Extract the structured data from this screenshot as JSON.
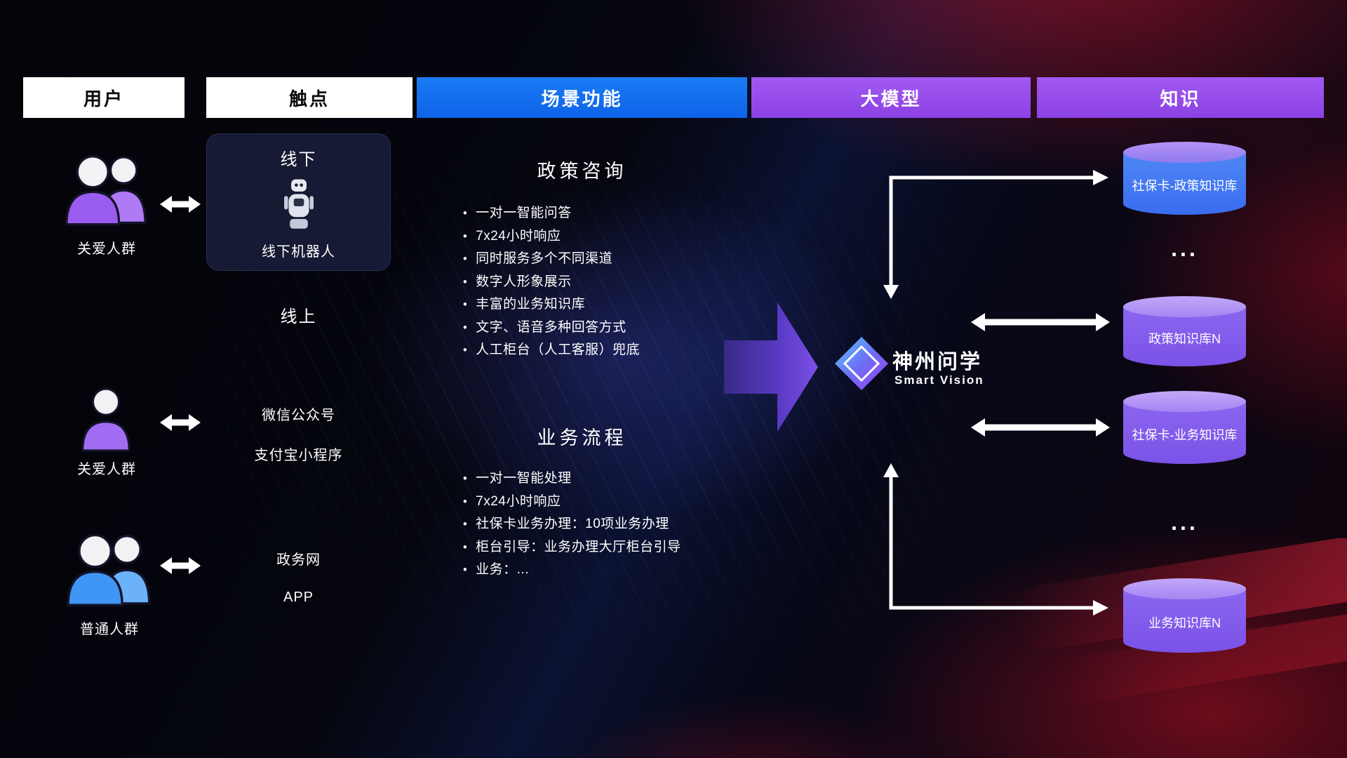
{
  "headers": [
    {
      "label": "用户"
    },
    {
      "label": "触点"
    },
    {
      "label": "场景功能"
    },
    {
      "label": "大模型"
    },
    {
      "label": "知识"
    }
  ],
  "users": [
    {
      "label": "关爱人群",
      "icon": "two-people-icon",
      "color": "purple"
    },
    {
      "label": "关爱人群",
      "icon": "one-person-icon",
      "color": "purple"
    },
    {
      "label": "普通人群",
      "icon": "two-people-icon",
      "color": "blue"
    }
  ],
  "touchpoints": {
    "offline_title": "线下",
    "offline_robot": "线下机器人",
    "online_title": "线上",
    "wechat": "微信公众号",
    "alipay": "支付宝小程序",
    "gov": "政务网",
    "app": "APP"
  },
  "scene_policy": {
    "title": "政策咨询",
    "items": [
      "一对一智能问答",
      "7x24小时响应",
      "同时服务多个不同渠道",
      "数字人形象展示",
      "丰富的业务知识库",
      "文字、语音多种回答方式",
      "人工柜台（人工客服）兜底"
    ]
  },
  "scene_business": {
    "title": "业务流程",
    "items": [
      "一对一智能处理",
      "7x24小时响应",
      "社保卡业务办理：10项业务办理",
      "柜台引导：业务办理大厅柜台引导",
      "业务：..."
    ]
  },
  "logo": {
    "name": "神州问学",
    "subtitle": "Smart Vision"
  },
  "knowledge": {
    "db1": "社保卡-政策知识库",
    "ellipsis1": "...",
    "db2": "政策知识库N",
    "db3": "社保卡-业务知识库",
    "ellipsis2": "...",
    "db4": "业务知识库N"
  },
  "colors": {
    "header_blue": "#1472f0",
    "header_purple": "#9b4ff0",
    "cylinder_blue": "#3f72f2",
    "cylinder_purple": "#8159ec",
    "arrow_white": "#ffffff",
    "big_arrow_purple": "#7b4ff0"
  }
}
